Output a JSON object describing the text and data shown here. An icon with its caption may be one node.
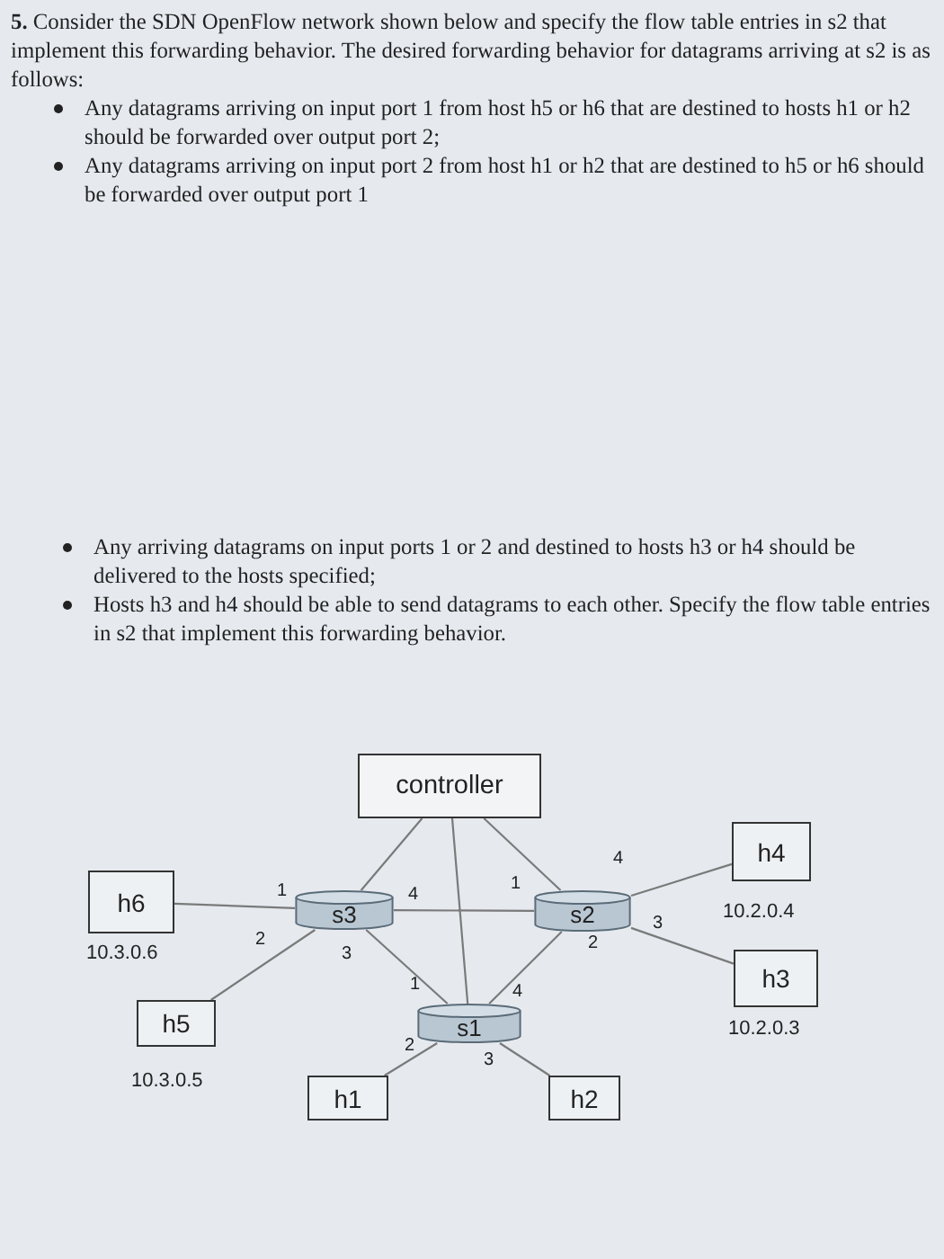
{
  "diagram": {
    "nodes": [
      {
        "text": [
          "controller"
        ]
      },
      {
        "text": [
          "h6"
        ],
        "beside": [
          "10.3.0.6"
        ]
      },
      {
        "text": [
          "s3"
        ]
      },
      {
        "text": [
          "s2"
        ]
      },
      {
        "text": [
          "h4"
        ],
        "beside": [
          "10.2.0.4"
        ]
      },
      {
        "text": [
          "h5"
        ],
        "beside": [
          "10.3.0.5"
        ]
      },
      {
        "text": [
          "s1"
        ]
      },
      {
        "text": [
          "h3"
        ],
        "beside": [
          "10.2.0.3"
        ]
      },
      {
        "text": [
          "h1"
        ]
      },
      {
        "text": [
          "h2"
        ]
      }
    ],
    "edges": [
      {
        "from": 0,
        "to": 2,
        "arrow": "none"
      },
      {
        "from": 0,
        "to": 6,
        "arrow": "none"
      },
      {
        "from": 0,
        "to": 3,
        "arrow": "none"
      },
      {
        "from": 1,
        "to": 2,
        "arrow": "none"
      },
      {
        "from": 5,
        "to": 2,
        "arrow": "none"
      },
      {
        "from": 2,
        "to": 3,
        "arrow": "none"
      },
      {
        "from": 2,
        "to": 6,
        "arrow": "none"
      },
      {
        "from": 6,
        "to": 3,
        "arrow": "none"
      },
      {
        "from": 3,
        "to": 4,
        "arrow": "none"
      },
      {
        "from": 3,
        "to": 7,
        "arrow": "none"
      },
      {
        "from": 6,
        "to": 8,
        "arrow": "none"
      },
      {
        "from": 6,
        "to": 9,
        "arrow": "none"
      }
    ],
    "labels": [
      "**5.** Consider the SDN OpenFlow network shown below and specify the flow table entries in s2 that implement this forwarding behavior. The desired forwarding behavior for datagrams arriving at s2 is as follows:",
      "Any datagrams arriving on input port 1 from host h5 or h6 that are destined to hosts h1 or h2 should be forwarded over output port 2;",
      "Any datagrams arriving on input port 2 from host h1 or h2 that are destined to h5 or h6 should be forwarded over output port 1",
      "Any arriving datagrams on input ports 1 or 2 and destined to hosts h3 or h4 should be delivered to the hosts specified;",
      "Hosts h3 and h4 should be able to send datagrams to each other. Specify the flow table entries in s2 that implement this forwarding behavior.",
      "4",
      "1",
      "4",
      "1",
      "3",
      "2",
      "2",
      "3",
      "1",
      "4",
      "2",
      "3"
    ]
  }
}
